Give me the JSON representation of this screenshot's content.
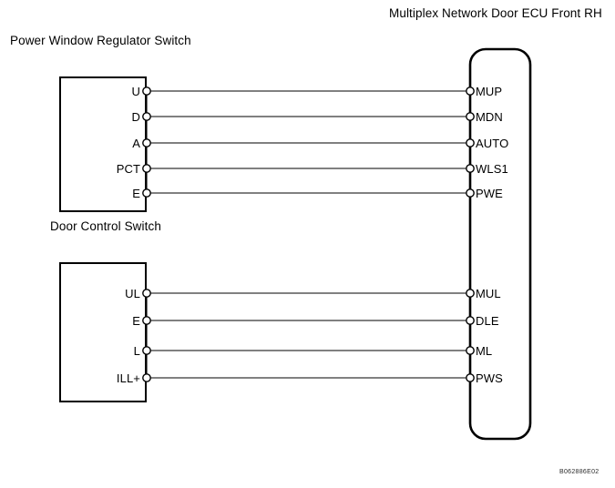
{
  "diagram": {
    "figure_code": "B062886E02",
    "titles": {
      "ecu": "Multiplex Network Door ECU Front RH",
      "upper_connector": "Power Window Regulator Switch",
      "lower_connector": "Door Control Switch"
    },
    "connections": [
      {
        "left_pin": "U",
        "right_pin": "MUP"
      },
      {
        "left_pin": "D",
        "right_pin": "MDN"
      },
      {
        "left_pin": "A",
        "right_pin": "AUTO"
      },
      {
        "left_pin": "PCT",
        "right_pin": "WLS1"
      },
      {
        "left_pin": "E",
        "right_pin": "PWE"
      },
      {
        "left_pin": "UL",
        "right_pin": "MUL"
      },
      {
        "left_pin": "E",
        "right_pin": "DLE"
      },
      {
        "left_pin": "L",
        "right_pin": "ML"
      },
      {
        "left_pin": "ILL+",
        "right_pin": "PWS"
      }
    ],
    "colors": {
      "background": "#ffffff",
      "line": "#000000",
      "text": "#000000"
    }
  }
}
